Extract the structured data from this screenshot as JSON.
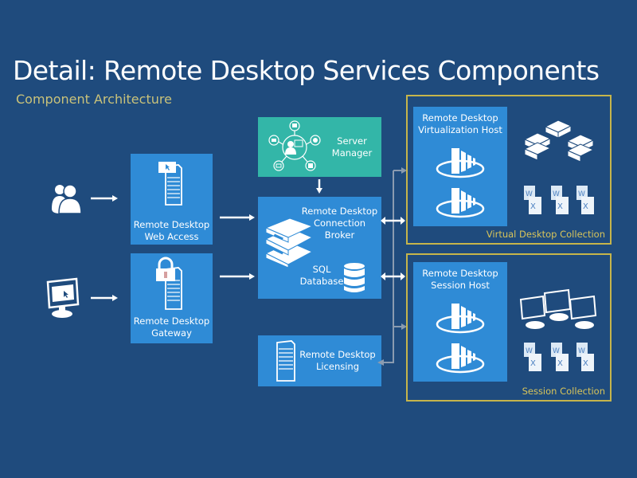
{
  "header": {
    "title": "Detail: Remote Desktop Services Components",
    "subtitle": "Component Architecture"
  },
  "colors": {
    "background": "#1f4b7d",
    "component_box": "#2f8bd6",
    "server_manager_box": "#33b6a8",
    "collection_border": "#c6b54b",
    "subtitle_text": "#c9c27a",
    "connector_gray": "#8a9bb0"
  },
  "clients": [
    {
      "icon": "users-icon"
    },
    {
      "icon": "monitor-icon"
    }
  ],
  "components": {
    "web_access": {
      "label_line1": "Remote Desktop",
      "label_line2": "Web Access",
      "icon": "web-server-icon"
    },
    "gateway": {
      "label_line1": "Remote Desktop",
      "label_line2": "Gateway",
      "icon": "locked-server-icon"
    },
    "server_manager": {
      "label_line1": "Server",
      "label_line2": "Manager",
      "icon": "server-manager-hub-icon"
    },
    "connection_broker": {
      "label_line1": "Remote Desktop",
      "label_line2": "Connection",
      "label_line3": "Broker",
      "icon": "stacked-servers-icon"
    },
    "sql_database": {
      "label_line1": "SQL",
      "label_line2": "Database",
      "icon": "database-icon"
    },
    "licensing": {
      "label_line1": "Remote Desktop",
      "label_line2": "Licensing",
      "icon": "server-tower-icon"
    }
  },
  "collections": [
    {
      "name": "Virtual Desktop Collection",
      "host": {
        "label_line1": "Remote Desktop",
        "label_line2": "Virtualization Host"
      },
      "resources_icon": "virtual-machines-icon",
      "apps_icon": "office-documents-icon"
    },
    {
      "name": "Session Collection",
      "host": {
        "label_line1": "Remote Desktop",
        "label_line2": "Session Host"
      },
      "resources_icon": "desktops-icon",
      "apps_icon": "office-documents-icon"
    }
  ]
}
